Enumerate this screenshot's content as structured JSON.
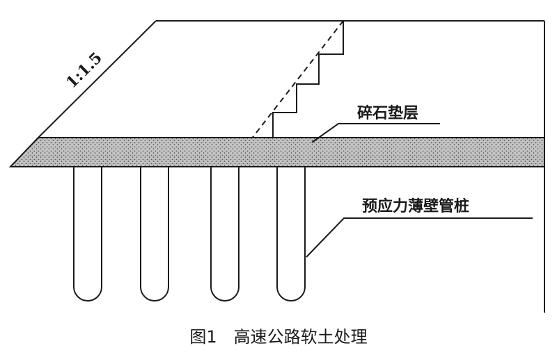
{
  "diagram": {
    "slope_ratio": "1:1.5",
    "labels": {
      "gravel_cushion": "碎石垫层",
      "pipe_pile": "预应力薄壁管桩"
    },
    "caption": "图1　高速公路软土处理",
    "colors": {
      "ink": "#1a1a1a",
      "cushion_fill": "#b8b8b8",
      "background": "#ffffff"
    }
  }
}
